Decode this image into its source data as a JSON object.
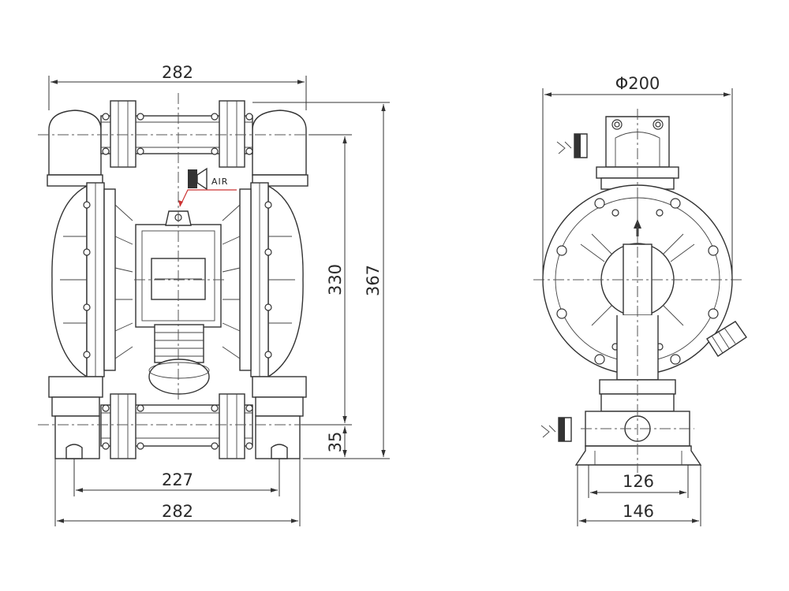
{
  "front_view": {
    "top_width": "282",
    "inner_height": "330",
    "overall_height": "367",
    "base_height": "35",
    "foot_spacing": "227",
    "base_width": "282",
    "air_label": "AIR"
  },
  "side_view": {
    "diameter": "Φ200",
    "base_inner_width": "126",
    "base_outer_width": "146"
  },
  "colors": {
    "line": "#333333",
    "air_marker": "#cc3333"
  }
}
